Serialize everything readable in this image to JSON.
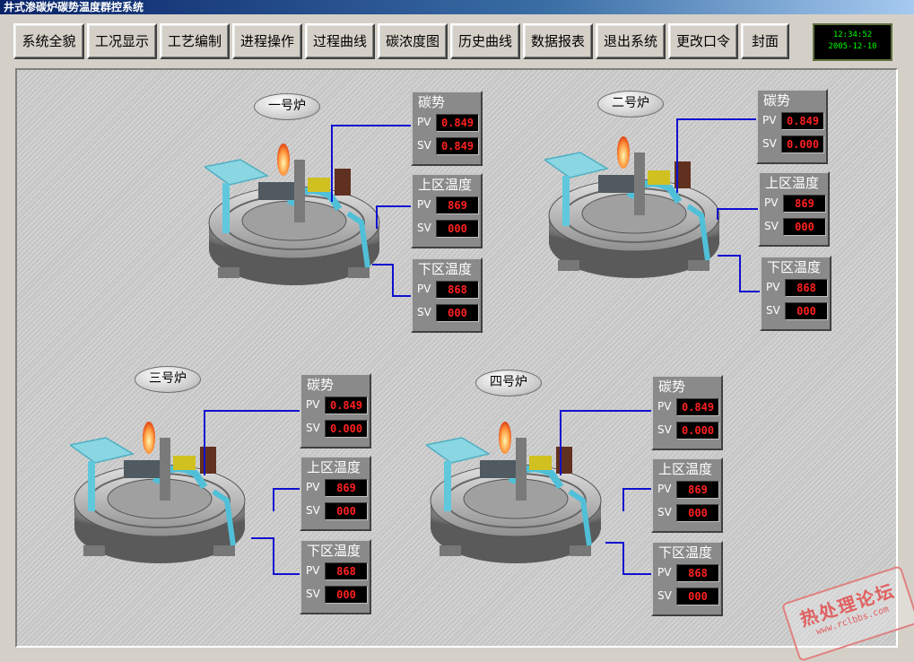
{
  "window": {
    "title": "井式渗碳炉碳势温度群控系统"
  },
  "toolbar": [
    {
      "label": "系统全貌"
    },
    {
      "label": "工况显示"
    },
    {
      "label": "工艺编制"
    },
    {
      "label": "进程操作"
    },
    {
      "label": "过程曲线"
    },
    {
      "label": "碳浓度图"
    },
    {
      "label": "历史曲线"
    },
    {
      "label": "数据报表"
    },
    {
      "label": "退出系统"
    },
    {
      "label": "更改口令"
    },
    {
      "label": "封面"
    }
  ],
  "clock": {
    "time": "12:34:52",
    "date": "2005-12-10"
  },
  "furnaces": [
    {
      "name": "一号炉",
      "carbon": {
        "title": "碳势",
        "pv": "0.849",
        "sv": "0.849"
      },
      "upper": {
        "title": "上区温度",
        "pv": "869",
        "sv": "000"
      },
      "lower": {
        "title": "下区温度",
        "pv": "868",
        "sv": "000"
      }
    },
    {
      "name": "二号炉",
      "carbon": {
        "title": "碳势",
        "pv": "0.849",
        "sv": "0.000"
      },
      "upper": {
        "title": "上区温度",
        "pv": "869",
        "sv": "000"
      },
      "lower": {
        "title": "下区温度",
        "pv": "868",
        "sv": "000"
      }
    },
    {
      "name": "三号炉",
      "carbon": {
        "title": "碳势",
        "pv": "0.849",
        "sv": "0.000"
      },
      "upper": {
        "title": "上区温度",
        "pv": "869",
        "sv": "000"
      },
      "lower": {
        "title": "下区温度",
        "pv": "868",
        "sv": "000"
      }
    },
    {
      "name": "四号炉",
      "carbon": {
        "title": "碳势",
        "pv": "0.849",
        "sv": "0.000"
      },
      "upper": {
        "title": "上区温度",
        "pv": "869",
        "sv": "000"
      },
      "lower": {
        "title": "下区温度",
        "pv": "868",
        "sv": "000"
      }
    }
  ],
  "labels": {
    "pv": "PV",
    "sv": "SV"
  },
  "watermark": {
    "text": "热处理论坛",
    "url": "www.rclbbs.com"
  },
  "colors": {
    "line": "#1010d0",
    "display_text": "#ff2020",
    "clock_text": "#00ff00"
  }
}
